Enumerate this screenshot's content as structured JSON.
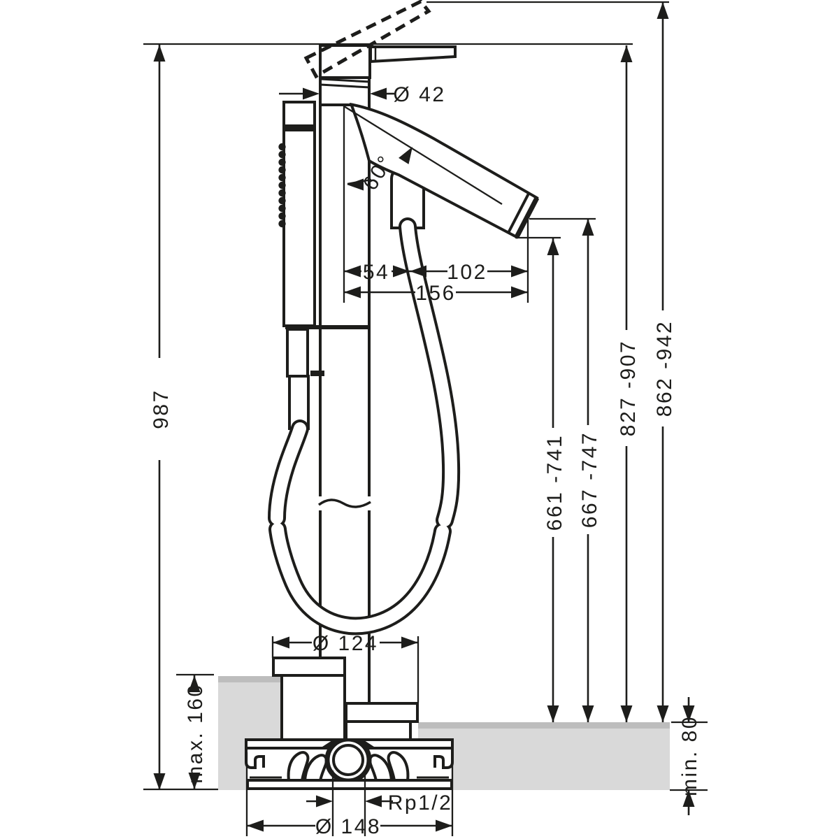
{
  "drawing": {
    "type": "technical-dimension-drawing",
    "subject": "freestanding-bath-mixer-side-view",
    "dimensions": {
      "total_height": "987",
      "column_diameter": "Ø 42",
      "spout_angle": "60°",
      "center_to_hose": "54",
      "hose_to_spout_tip": "102",
      "center_to_spout_tip": "156",
      "outlet_bottom_height": "661 -741",
      "outlet_center_height": "667 -747",
      "handle_height": "827 -907",
      "lever_raised_height": "862 -942",
      "escutcheon_diameter": "Ø 124",
      "floor_buildup_max": "max. 160",
      "floor_buildup_min": "min. 80",
      "connection_thread": "Rp1/2",
      "base_body_diameter": "Ø 148"
    },
    "colors": {
      "line": "#1d1d1b",
      "floor_fill": "#d9d9d9",
      "floor_top_edge": "#bdbdbd",
      "background": "#ffffff"
    }
  }
}
